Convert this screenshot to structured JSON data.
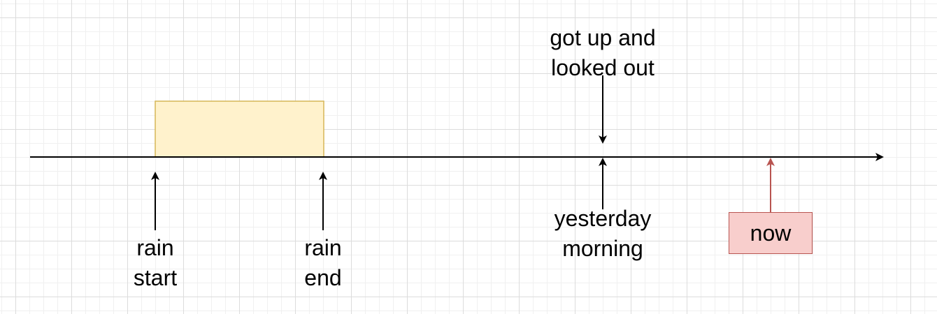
{
  "labels": {
    "rain_start": "rain\nstart",
    "rain_end": "rain\nend",
    "got_up": "got up and\nlooked out",
    "yesterday_morning": "yesterday\nmorning",
    "now": "now"
  },
  "colors": {
    "rain_period_fill": "#fff2cc",
    "rain_period_stroke": "#d6b656",
    "now_fill": "#f8cecc",
    "now_stroke": "#b85450",
    "line": "#000000"
  }
}
